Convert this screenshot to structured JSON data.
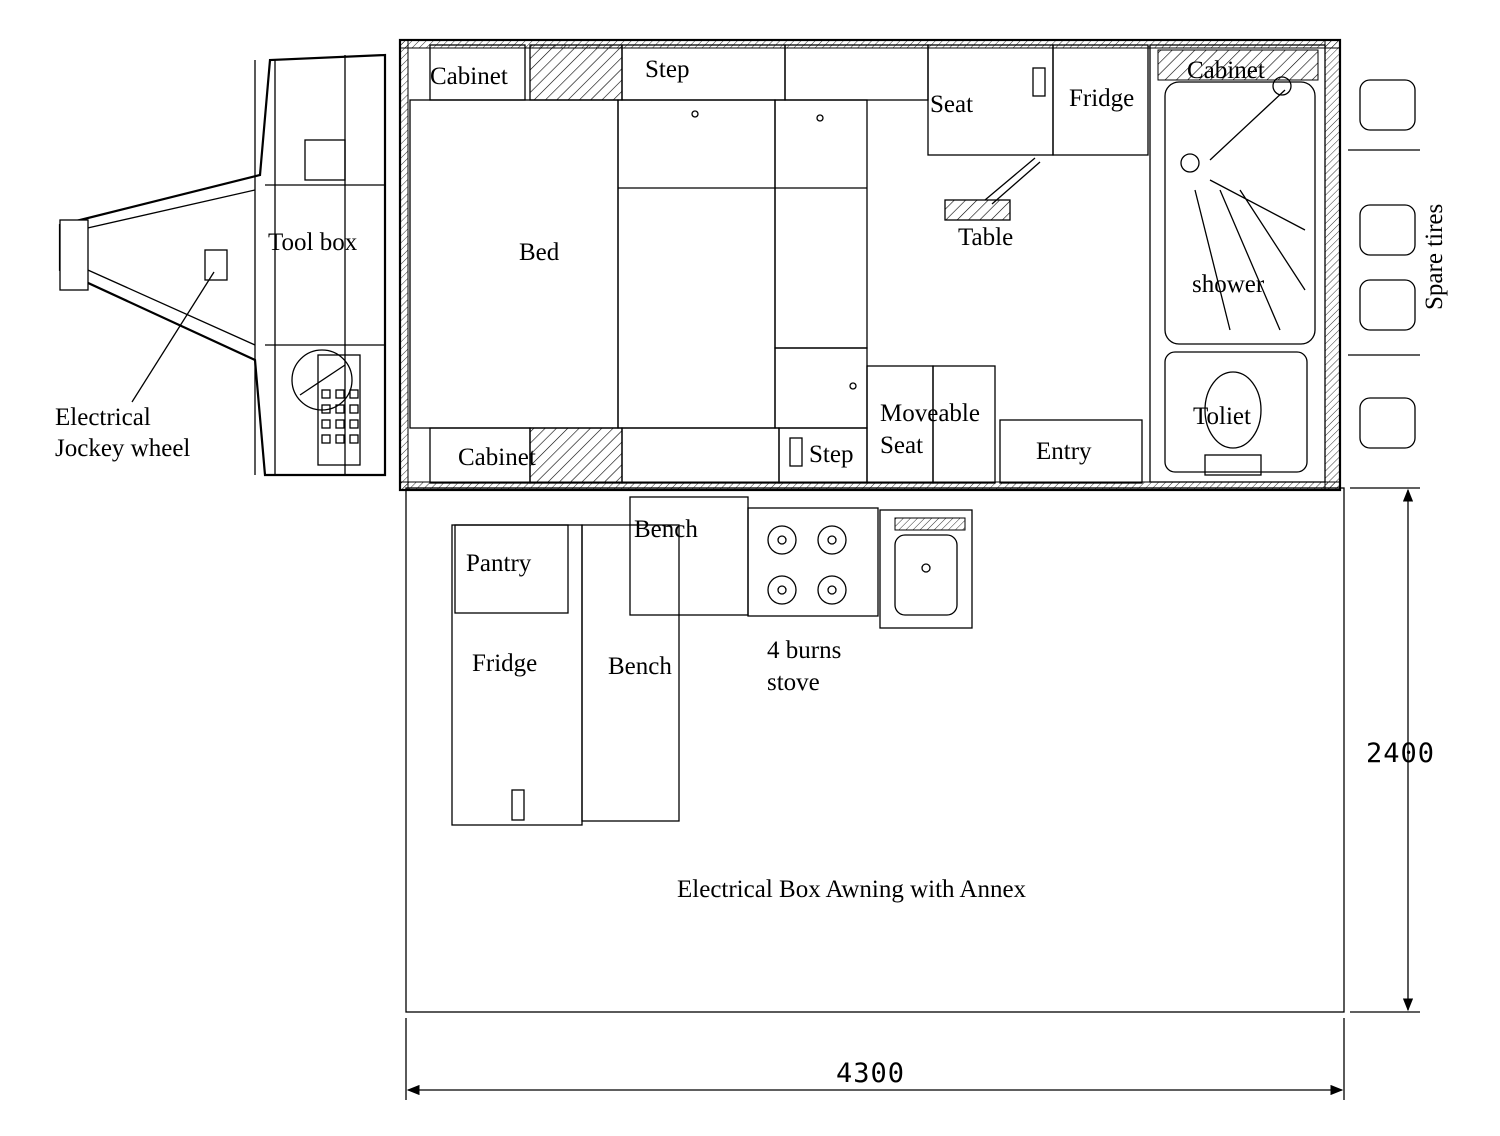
{
  "labels": {
    "cabinet_top_left": "Cabinet",
    "step_top": "Step",
    "seat": "Seat",
    "fridge_top": "Fridge",
    "cabinet_top_right": "Cabinet",
    "tool_box": "Tool box",
    "bed": "Bed",
    "table": "Table",
    "shower": "shower",
    "spare_tires": "Spare tires",
    "jockey_line1": "Electrical",
    "jockey_line2": "Jockey wheel",
    "cabinet_bottom_left": "Cabinet",
    "step_bottom": "Step",
    "moveable_line1": "Moveable",
    "moveable_line2": "Seat",
    "entry": "Entry",
    "toilet": "Toliet",
    "bench_top": "Bench",
    "pantry": "Pantry",
    "fridge_outdoor": "Fridge",
    "bench_outdoor": "Bench",
    "stove_line1": "4 burns",
    "stove_line2": "stove",
    "awning": "Electrical Box Awning with Annex"
  },
  "dimensions": {
    "width": "4300",
    "depth": "2400"
  }
}
